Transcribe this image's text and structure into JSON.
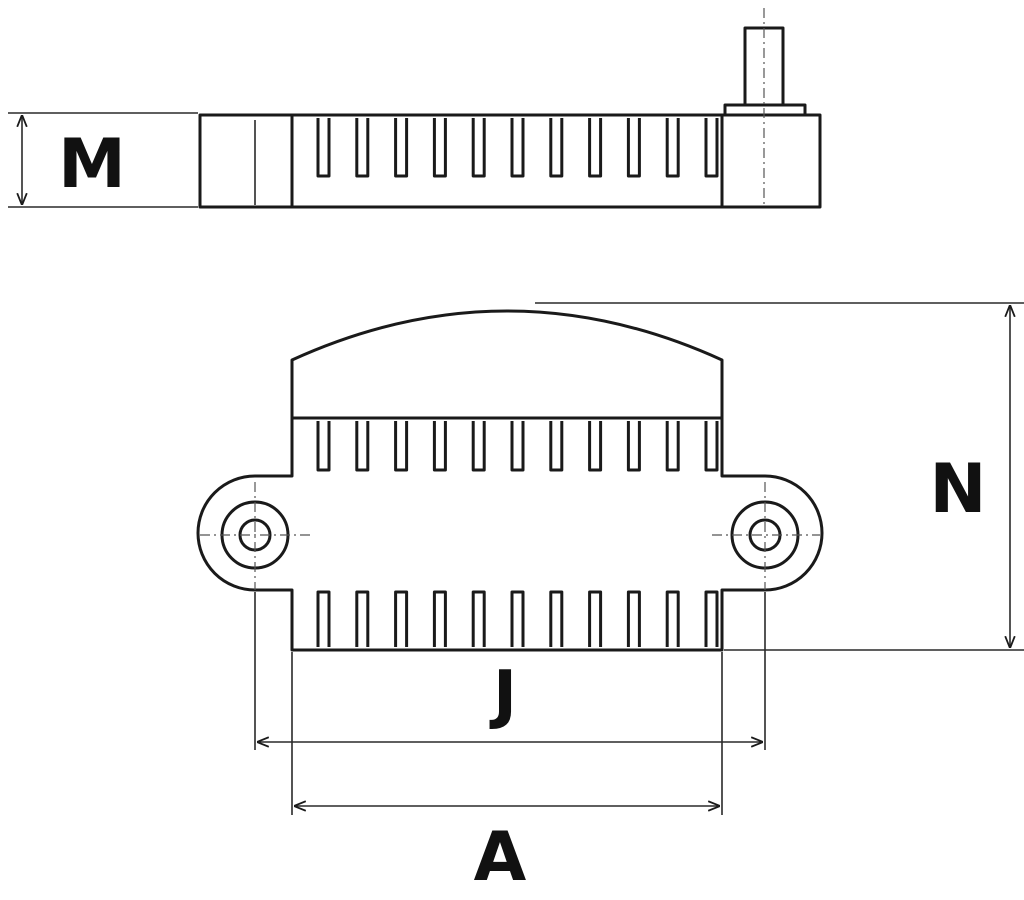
{
  "labels": {
    "M": "M",
    "N": "N",
    "J": "J",
    "A": "A"
  },
  "colors": {
    "line": "#1a1a1a",
    "background": "#ffffff"
  }
}
